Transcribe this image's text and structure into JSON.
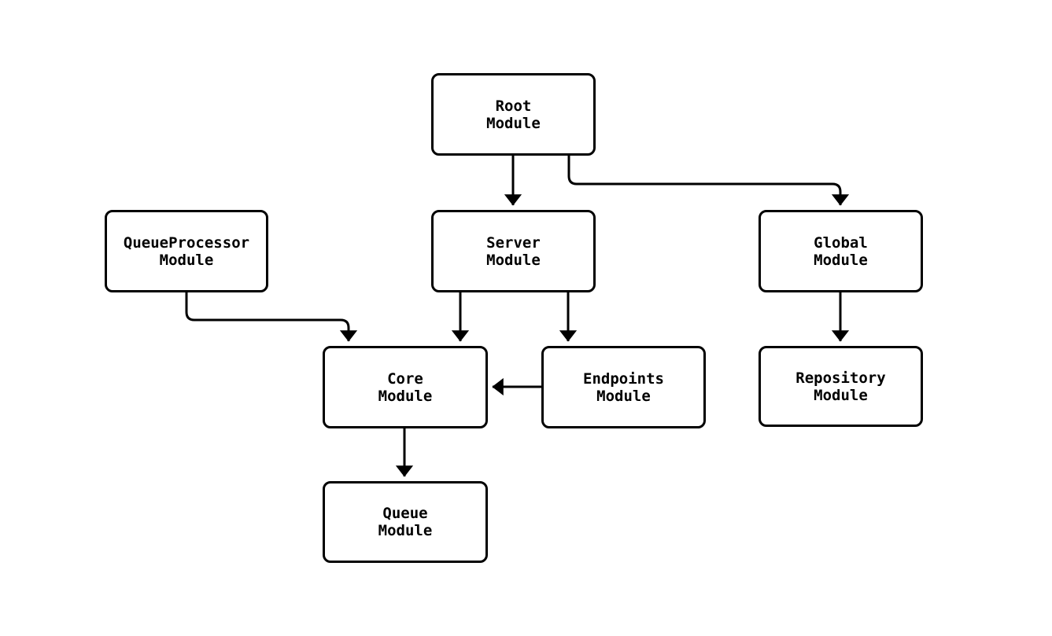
{
  "diagram": {
    "background_color": "#ffffff",
    "node_fill_color": "#ffffff",
    "line_color": "#000000",
    "text_color": "#000000",
    "nodes": {
      "root": {
        "label": "Root\nModule"
      },
      "queueprocessor": {
        "label": "QueueProcessor\nModule"
      },
      "server": {
        "label": "Server\nModule"
      },
      "global": {
        "label": "Global\nModule"
      },
      "core": {
        "label": "Core\nModule"
      },
      "endpoints": {
        "label": "Endpoints\nModule"
      },
      "repository": {
        "label": "Repository\nModule"
      },
      "queue": {
        "label": "Queue\nModule"
      }
    },
    "edges": [
      {
        "from": "Root Module",
        "to": "Server Module"
      },
      {
        "from": "Root Module",
        "to": "Global Module"
      },
      {
        "from": "QueueProcessor Module",
        "to": "Core Module"
      },
      {
        "from": "Server Module",
        "to": "Core Module"
      },
      {
        "from": "Server Module",
        "to": "Endpoints Module"
      },
      {
        "from": "Endpoints Module",
        "to": "Core Module"
      },
      {
        "from": "Global Module",
        "to": "Repository Module"
      },
      {
        "from": "Core Module",
        "to": "Queue Module"
      }
    ]
  }
}
